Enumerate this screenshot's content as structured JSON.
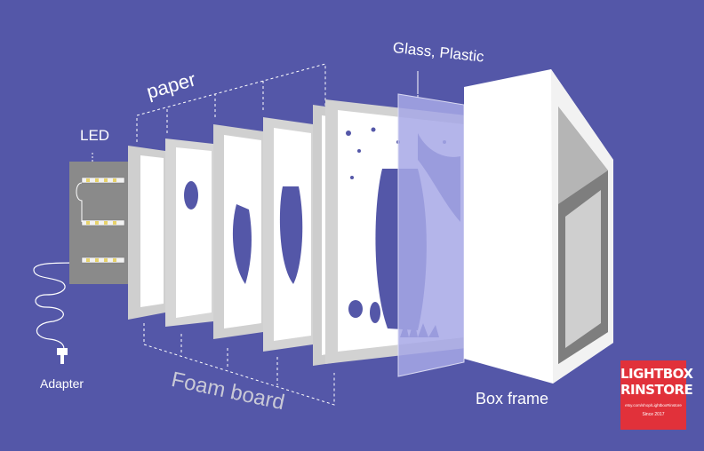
{
  "labels": {
    "led": "LED",
    "paper": "paper",
    "glass": "Glass, Plastic",
    "adapter": "Adapter",
    "foam": "Foam board",
    "box": "Box frame"
  },
  "logo": {
    "line1": "LIGHTBOX",
    "line2": "RINSTORE",
    "url": "etsy.com/shop/LightboxRinstore",
    "since": "Since 2017"
  },
  "colors": {
    "background": "#5457a8",
    "layer": "#ffffff",
    "foam": "#c8c8c8",
    "glass": "#a7a8e6",
    "logo": "#e1313a"
  }
}
